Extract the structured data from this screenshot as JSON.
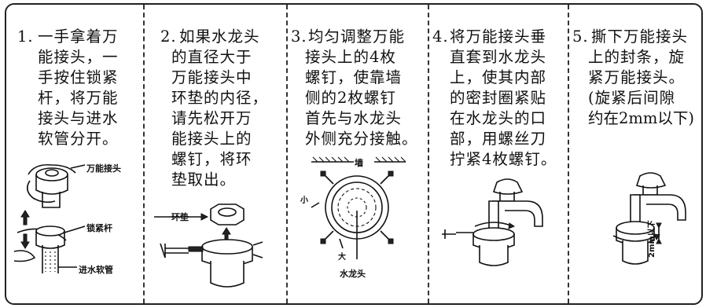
{
  "steps": [
    {
      "number": "1.",
      "lines": [
        "一手拿着万",
        "能接头，一",
        "手按住锁紧",
        "杆，将万能",
        "接头与进水",
        "软管分开。"
      ]
    },
    {
      "number": "2.",
      "lines": [
        "如果水龙头",
        "的直径大于",
        "万能接头中",
        "环垫的内径，",
        "请先松开万",
        "能接头上的",
        "螺钉，将环",
        "垫取出。"
      ]
    },
    {
      "number": "3.",
      "lines": [
        "均匀调整万能",
        "接头上的4枚",
        "螺钉，使靠墙",
        "侧的2枚螺钉",
        "首先与水龙头",
        "外侧充分接触。"
      ]
    },
    {
      "number": "4.",
      "lines": [
        "将万能接头垂",
        "直套到水龙头",
        "上，使其内部",
        "的密封圈紧贴",
        "在水龙头的口",
        "部，用螺丝刀",
        "拧紧4枚螺钉。"
      ]
    },
    {
      "number": "5.",
      "lines": [
        "撕下万能接头",
        "上的封条，旋",
        "紧万能接头。",
        "(旋紧后间隙",
        "约在2mm以下)"
      ]
    }
  ],
  "labels": {
    "universal_joint": "万能接头",
    "lock_lever": "锁紧杆",
    "inlet_hose": "进水软管",
    "ring_pad": "环垫",
    "wall": "墙",
    "faucet": "水龙头",
    "small": "小",
    "large": "大",
    "gap": "2mm以下"
  }
}
